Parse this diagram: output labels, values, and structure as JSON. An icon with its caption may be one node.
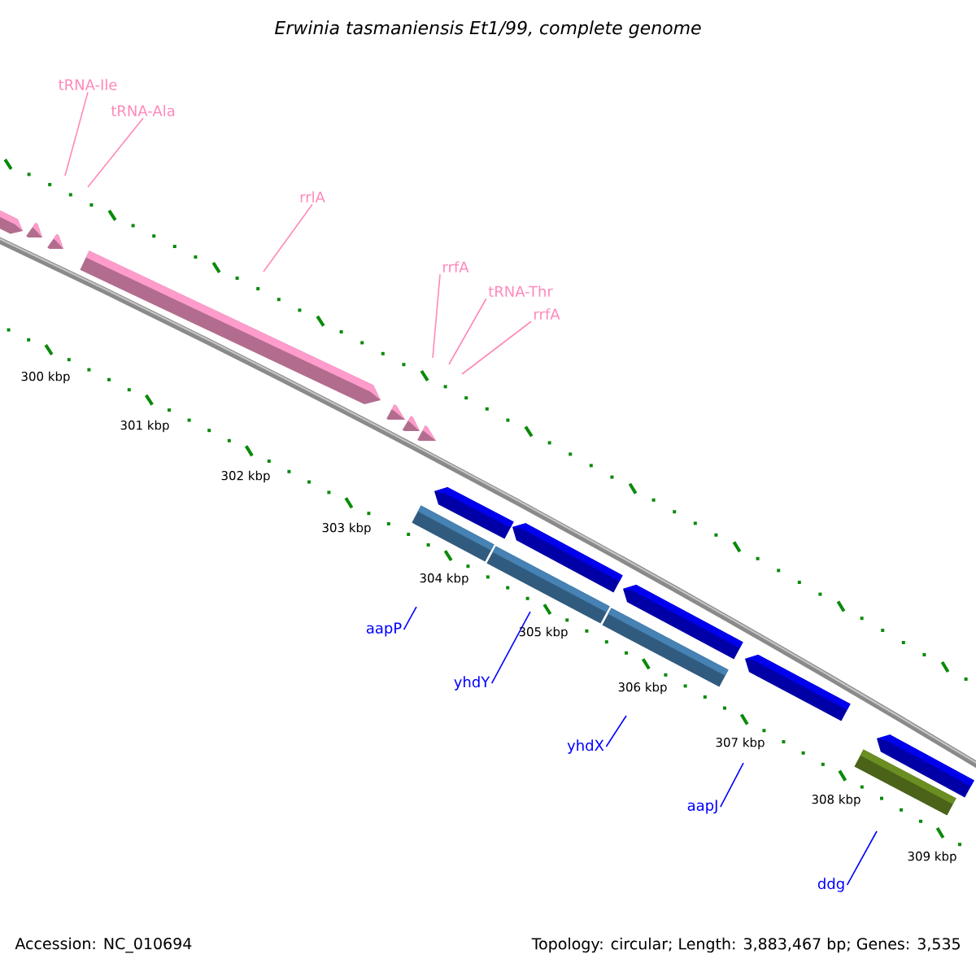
{
  "diagram": {
    "title": "Erwinia tasmaniensis Et1/99, complete genome",
    "nodes": [
      {
        "text": [
          "tRNA-Ile"
        ]
      },
      {
        "text": [
          "tRNA-Ala"
        ]
      },
      {
        "text": [
          "rrlA"
        ]
      },
      {
        "text": [
          "rrfA"
        ]
      },
      {
        "text": [
          "tRNA-Thr"
        ]
      },
      {
        "text": [
          "rrfA"
        ]
      },
      {
        "text": [
          "aapP"
        ]
      },
      {
        "text": [
          "yhdY"
        ]
      },
      {
        "text": [
          "yhdX"
        ]
      },
      {
        "text": [
          "aapJ"
        ]
      },
      {
        "text": [
          "ddg"
        ]
      }
    ],
    "edges": [
      {
        "from": 0,
        "to": null,
        "arrow": "none",
        "color": "#ff88bb"
      },
      {
        "from": 1,
        "to": null,
        "arrow": "none",
        "color": "#ff88bb"
      },
      {
        "from": 2,
        "to": null,
        "arrow": "none",
        "color": "#ff88bb"
      },
      {
        "from": 3,
        "to": null,
        "arrow": "none",
        "color": "#ff88bb"
      },
      {
        "from": 4,
        "to": null,
        "arrow": "none",
        "color": "#ff88bb"
      },
      {
        "from": 5,
        "to": null,
        "arrow": "none",
        "color": "#ff88bb"
      },
      {
        "from": 6,
        "to": null,
        "arrow": "none",
        "color": "#0000ff"
      },
      {
        "from": 7,
        "to": null,
        "arrow": "none",
        "color": "#0000ff"
      },
      {
        "from": 8,
        "to": null,
        "arrow": "none",
        "color": "#0000ff"
      },
      {
        "from": 9,
        "to": null,
        "arrow": "none",
        "color": "#0000ff"
      },
      {
        "from": 10,
        "to": null,
        "arrow": "none",
        "color": "#0000ff"
      }
    ],
    "labels": [
      "300 kbp",
      "301 kbp",
      "302 kbp",
      "303 kbp",
      "304 kbp",
      "305 kbp",
      "306 kbp",
      "307 kbp",
      "308 kbp",
      "309 kbp",
      "Accession: NC_010694",
      "Topology: circular; Length: 3,883,467 bp; Genes: 3,535"
    ]
  }
}
